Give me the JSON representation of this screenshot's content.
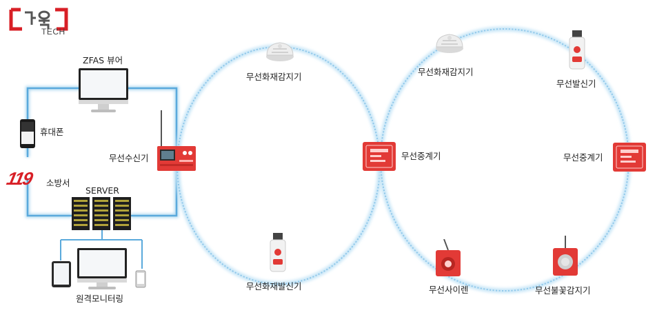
{
  "logo": {
    "tech": "TECH"
  },
  "labels": {
    "viewer": "ZFAS 뷰어",
    "phone": "휴대폰",
    "fire_station": "소방서",
    "server": "SERVER",
    "receiver": "무선수신기",
    "monitoring": "원격모니터링",
    "detector1": "무선화재감지기",
    "repeater1": "무선중계기",
    "call_point1": "무선화재발신기",
    "detector2": "무선화재감지기",
    "call_point2": "무선발신기",
    "repeater2": "무선중계기",
    "siren": "무선사이렌",
    "flame_detector": "무선불꽃감지기"
  },
  "emblem_119": "119",
  "colors": {
    "brand_red": "#d81f26",
    "wire_blue": "#5aa9dc",
    "link_blue": "#9fd0ee",
    "device_red": "#e23a36"
  },
  "icons": [
    "gaon-logo-icon",
    "monitor-icon",
    "phone-icon",
    "emblem-119-icon",
    "server-rack-icon",
    "fire-receiver-icon",
    "smoke-detector-icon",
    "repeater-icon",
    "call-point-icon",
    "siren-icon",
    "flame-detector-icon",
    "tablet-icon",
    "desktop-icon"
  ]
}
